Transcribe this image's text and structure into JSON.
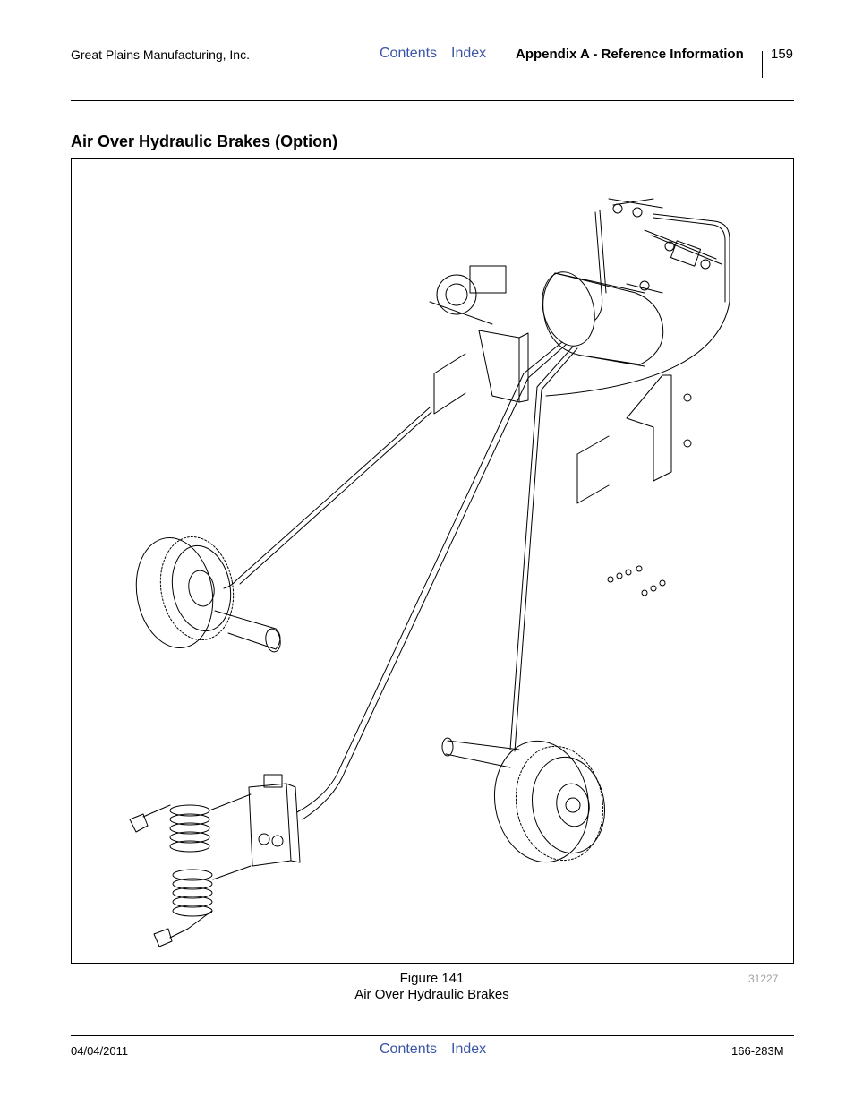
{
  "header": {
    "company": "Great Plains Manufacturing, Inc.",
    "contents_link": "Contents",
    "index_link": "Index",
    "section": "Appendix A - Reference Information",
    "page_number": "159"
  },
  "page_title": "Air Over Hydraulic Brakes (Option)",
  "figure": {
    "number_label": "Figure 141",
    "caption": "Air Over Hydraulic Brakes",
    "drawing_code": "31227"
  },
  "footer": {
    "date": "04/04/2011",
    "contents_link": "Contents",
    "index_link": "Index",
    "doc_number": "166-283M"
  }
}
